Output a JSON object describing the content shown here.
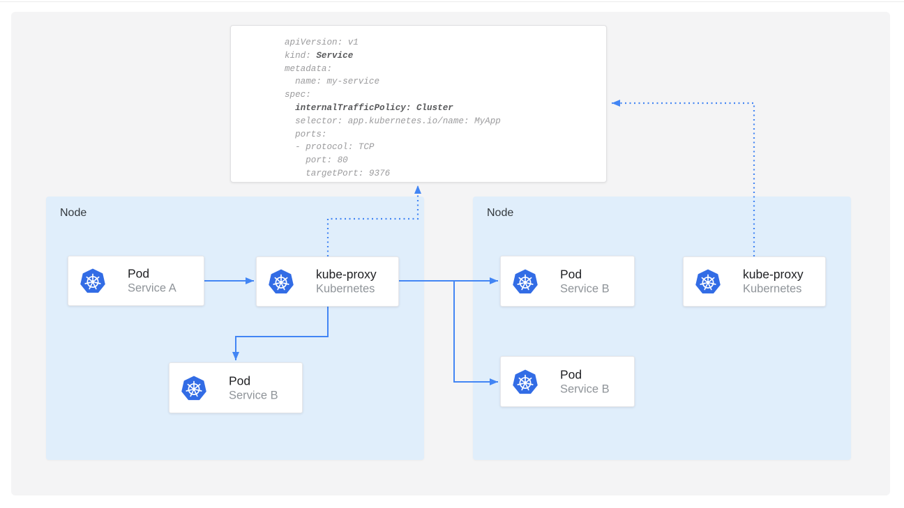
{
  "colors": {
    "accent_blue": "#4285f4",
    "k8s_blue": "#326ce5",
    "node_bg": "#e0eefb",
    "panel_bg": "#f4f4f5",
    "code_text": "#9b9b9d",
    "code_bold": "#58595b",
    "title_text": "#202124",
    "subtitle_text": "#8f9499",
    "node_label": "#33383d"
  },
  "yaml_card": {
    "lines": [
      [
        {
          "t": "apiVersion: v1"
        }
      ],
      [
        {
          "t": "kind: "
        },
        {
          "t": "Service",
          "b": true
        }
      ],
      [
        {
          "t": "metadata:"
        }
      ],
      [
        {
          "t": "  name: my-service"
        }
      ],
      [
        {
          "t": "spec:"
        }
      ],
      [
        {
          "t": "  "
        },
        {
          "t": "internalTrafficPolicy: Cluster",
          "b": true
        }
      ],
      [
        {
          "t": "  selector: app.kubernetes.io/name: MyApp"
        }
      ],
      [
        {
          "t": "  ports:"
        }
      ],
      [
        {
          "t": "  - protocol: TCP"
        }
      ],
      [
        {
          "t": "    port: 80"
        }
      ],
      [
        {
          "t": "    targetPort: 9376"
        }
      ]
    ]
  },
  "nodes": {
    "left": {
      "label": "Node"
    },
    "right": {
      "label": "Node"
    }
  },
  "cards": {
    "pod_a": {
      "title": "Pod",
      "subtitle": "Service A"
    },
    "kube_proxy_left": {
      "title": "kube-proxy",
      "subtitle": "Kubernetes"
    },
    "pod_b_left": {
      "title": "Pod",
      "subtitle": "Service B"
    },
    "pod_b_right_top": {
      "title": "Pod",
      "subtitle": "Service B"
    },
    "pod_b_right_bottom": {
      "title": "Pod",
      "subtitle": "Service B"
    },
    "kube_proxy_right": {
      "title": "kube-proxy",
      "subtitle": "Kubernetes"
    }
  },
  "icons": {
    "kubernetes": "kubernetes-wheel-icon"
  }
}
